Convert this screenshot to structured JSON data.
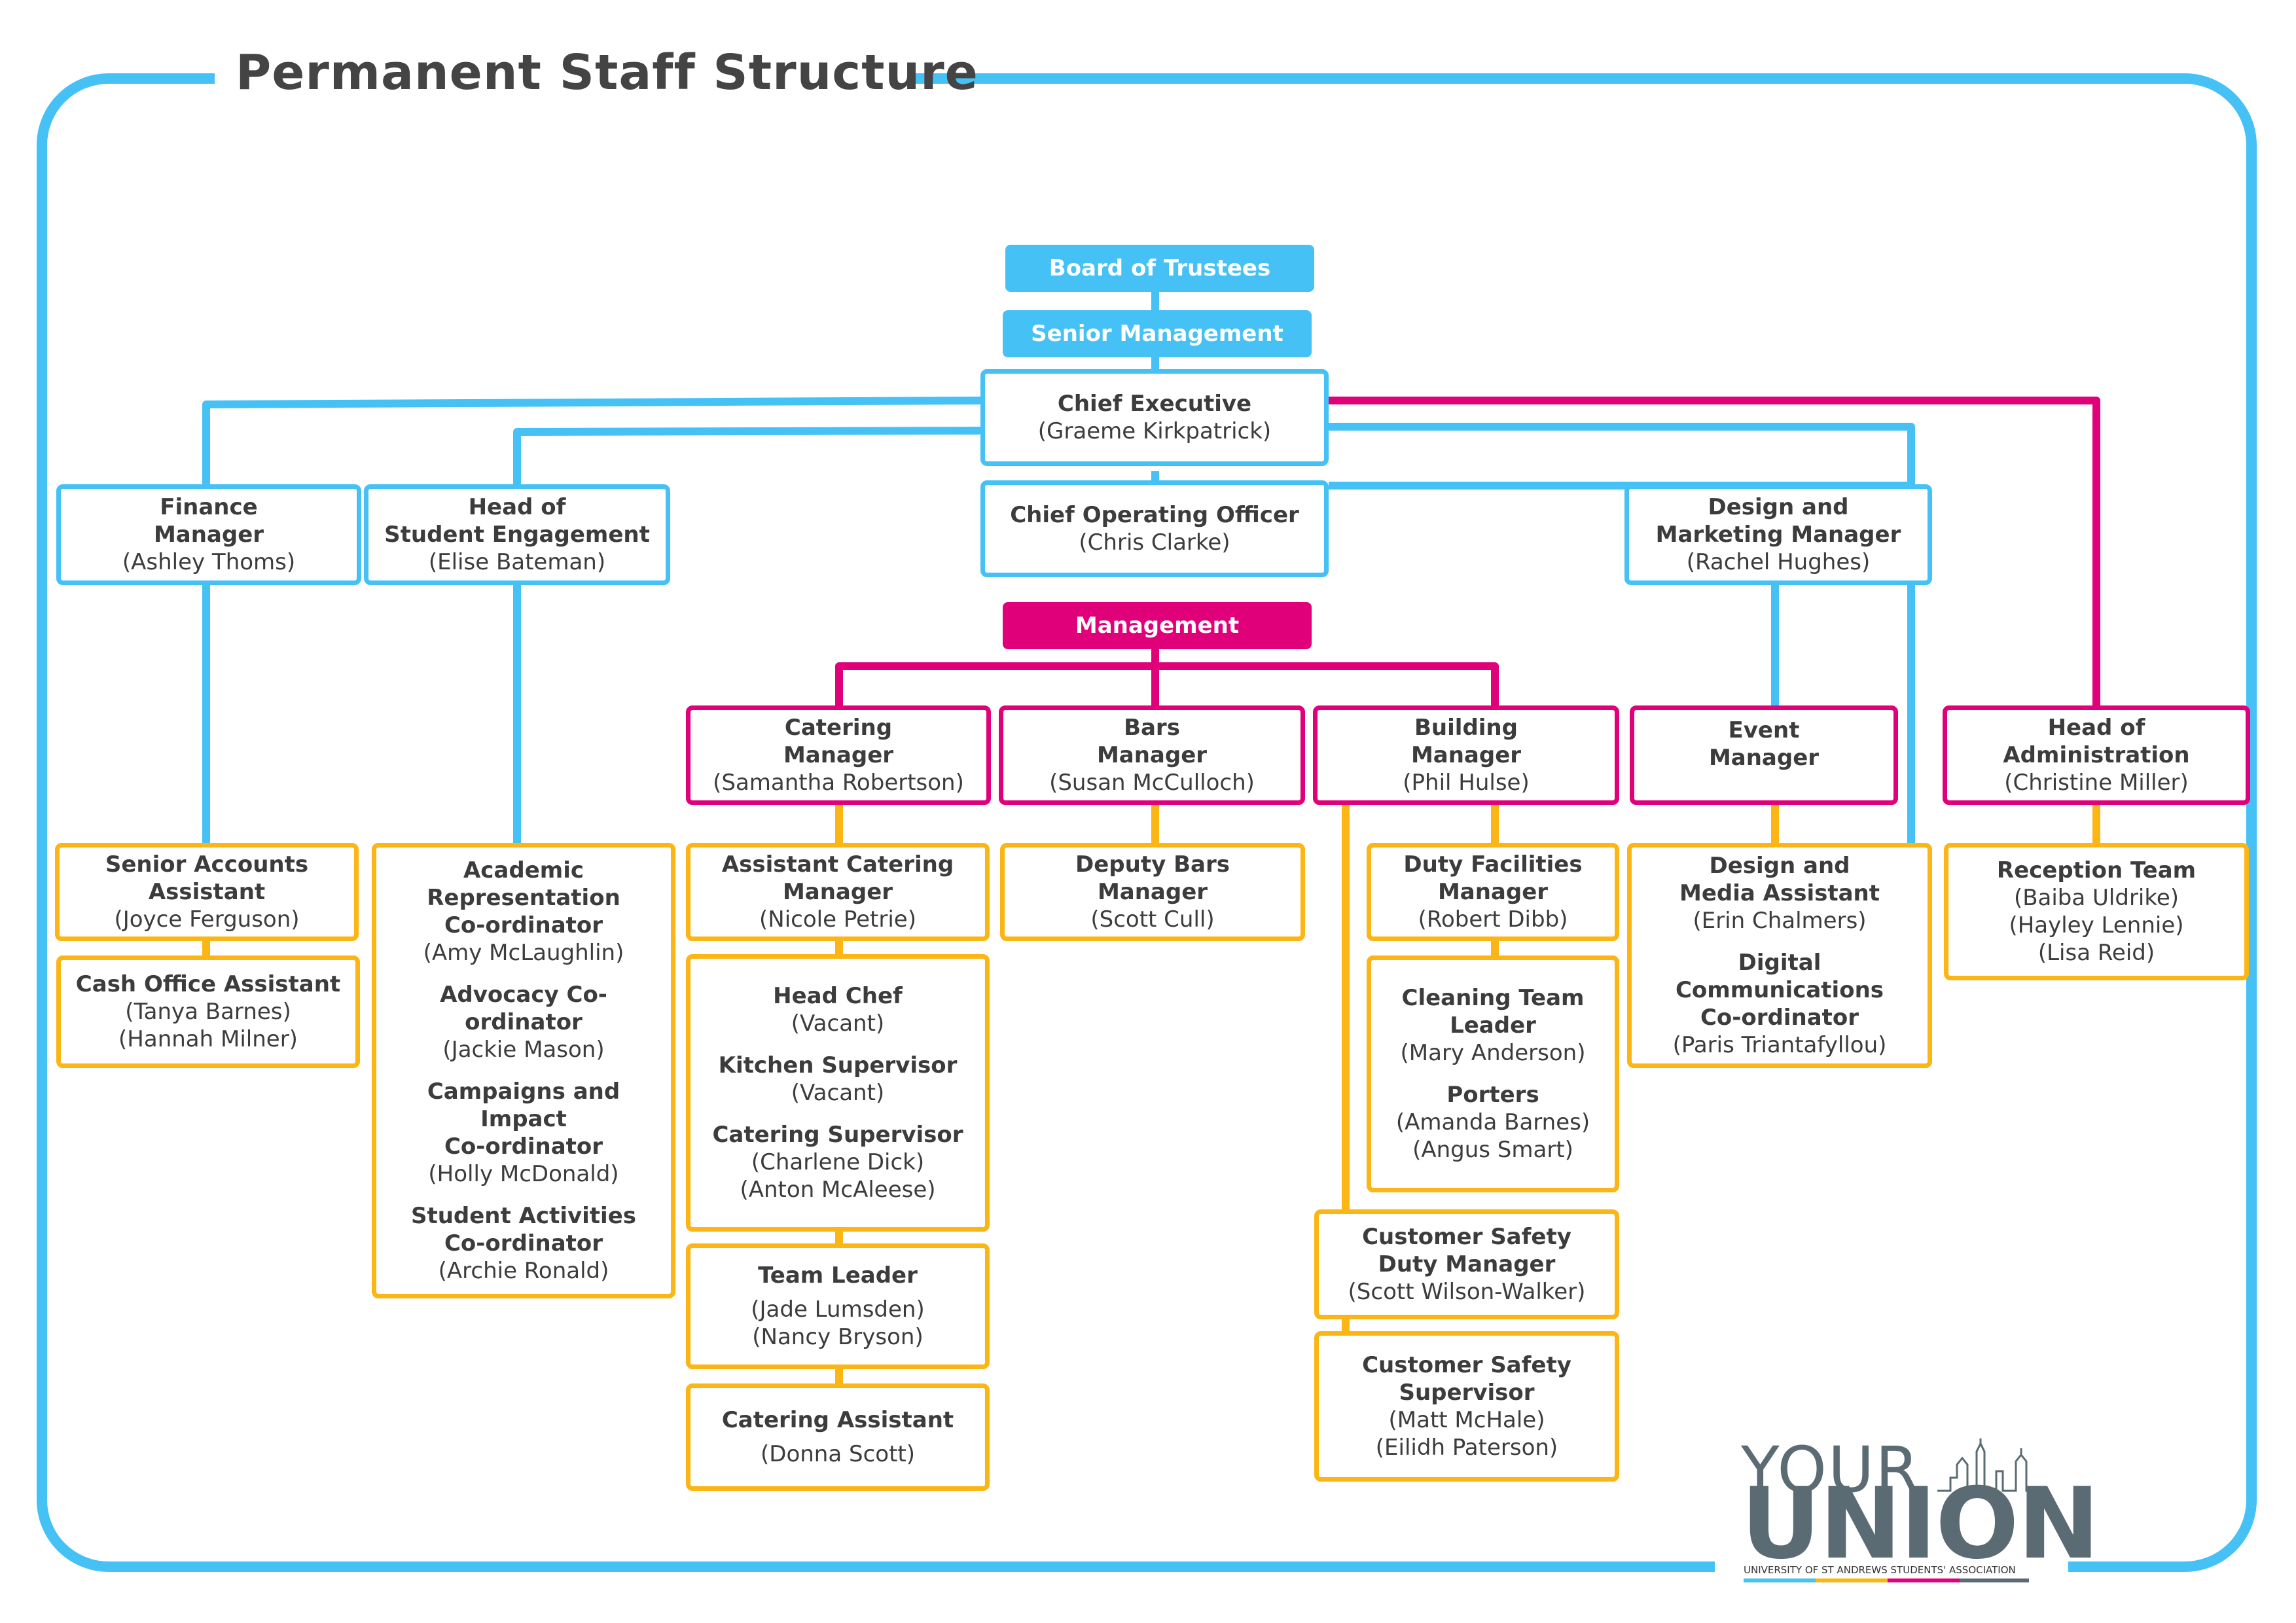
{
  "title": "Permanent Staff Structure",
  "colors": {
    "blue": "#45c1f5",
    "pink": "#e0007a",
    "yellow": "#fbb616",
    "text": "#3c3c3c"
  },
  "top": {
    "board": "Board of Trustees",
    "senior": "Senior Management",
    "management": "Management"
  },
  "chief_exec": {
    "role": "Chief Executive",
    "person": "(Graeme Kirkpatrick)"
  },
  "coo": {
    "role": "Chief Operating Officer",
    "person": "(Chris Clarke)"
  },
  "finance": {
    "role1": "Finance",
    "role2": "Manager",
    "person": "(Ashley Thoms)"
  },
  "student_eng": {
    "role1": "Head of",
    "role2": "Student Engagement",
    "person": "(Elise Bateman)"
  },
  "design_mgr": {
    "role1": "Design and",
    "role2": "Marketing Manager",
    "person": "(Rachel Hughes)"
  },
  "catering_mgr": {
    "role1": "Catering",
    "role2": "Manager",
    "person": "(Samantha Robertson)"
  },
  "bars_mgr": {
    "role1": "Bars",
    "role2": "Manager",
    "person": "(Susan McCulloch)"
  },
  "building_mgr": {
    "role1": "Building",
    "role2": "Manager",
    "person": "(Phil Hulse)"
  },
  "event_mgr": {
    "role1": "Event",
    "role2": "Manager"
  },
  "admin_head": {
    "role1": "Head of",
    "role2": "Administration",
    "person": "(Christine Miller)"
  },
  "senior_accounts": {
    "role1": "Senior Accounts",
    "role2": "Assistant",
    "person": "(Joyce Ferguson)"
  },
  "cash_office": {
    "role": "Cash Office Assistant",
    "person1": "(Tanya Barnes)",
    "person2": "(Hannah Milner)"
  },
  "academic": {
    "r1": "Academic",
    "r2": "Representation",
    "r3": "Co-ordinator",
    "p1": "(Amy McLaughlin)",
    "r4": "Advocacy Co-ordinator",
    "p2": "(Jackie Mason)",
    "r5": "Campaigns and Impact",
    "r6": "Co-ordinator",
    "p3": "(Holly McDonald)",
    "r7": "Student Activities",
    "r8": "Co-ordinator",
    "p4": "(Archie Ronald)"
  },
  "asst_catering": {
    "role1": "Assistant Catering",
    "role2": "Manager",
    "person": "(Nicole Petrie)"
  },
  "kitchen": {
    "r1": "Head Chef",
    "p1": "(Vacant)",
    "r2": "Kitchen Supervisor",
    "p2": "(Vacant)",
    "r3": "Catering Supervisor",
    "p3": "(Charlene Dick)",
    "p4": "(Anton McAleese)"
  },
  "team_leader": {
    "role": "Team Leader",
    "person1": "(Jade Lumsden)",
    "person2": "(Nancy Bryson)"
  },
  "catering_asst": {
    "role": "Catering Assistant",
    "person": "(Donna Scott)"
  },
  "deputy_bars": {
    "role1": "Deputy Bars",
    "role2": "Manager",
    "person": "(Scott Cull)"
  },
  "duty_facilities": {
    "role1": "Duty Facilities",
    "role2": "Manager",
    "person": "(Robert Dibb)"
  },
  "cleaning": {
    "r1": "Cleaning Team",
    "r2": "Leader",
    "p1": "(Mary Anderson)",
    "r3": "Porters",
    "p2": "(Amanda Barnes)",
    "p3": "(Angus Smart)"
  },
  "cs_duty": {
    "role1": "Customer Safety",
    "role2": "Duty Manager",
    "person": "(Scott Wilson-Walker)"
  },
  "cs_super": {
    "role1": "Customer Safety",
    "role2": "Supervisor",
    "person1": "(Matt McHale)",
    "person2": "(Eilidh Paterson)"
  },
  "design_asst": {
    "r1": "Design and",
    "r2": "Media Assistant",
    "p1": "(Erin Chalmers)",
    "r3": "Digital Communications",
    "r4": "Co-ordinator",
    "p2": "(Paris Triantafyllou)"
  },
  "reception": {
    "role": "Reception Team",
    "p1": "(Baiba Uldrike)",
    "p2": "(Hayley Lennie)",
    "p3": "(Lisa Reid)"
  },
  "logo": {
    "your": "YOUR",
    "union": "UNION",
    "sub": "UNIVERSITY OF ST ANDREWS STUDENTS' ASSOCIATION"
  }
}
